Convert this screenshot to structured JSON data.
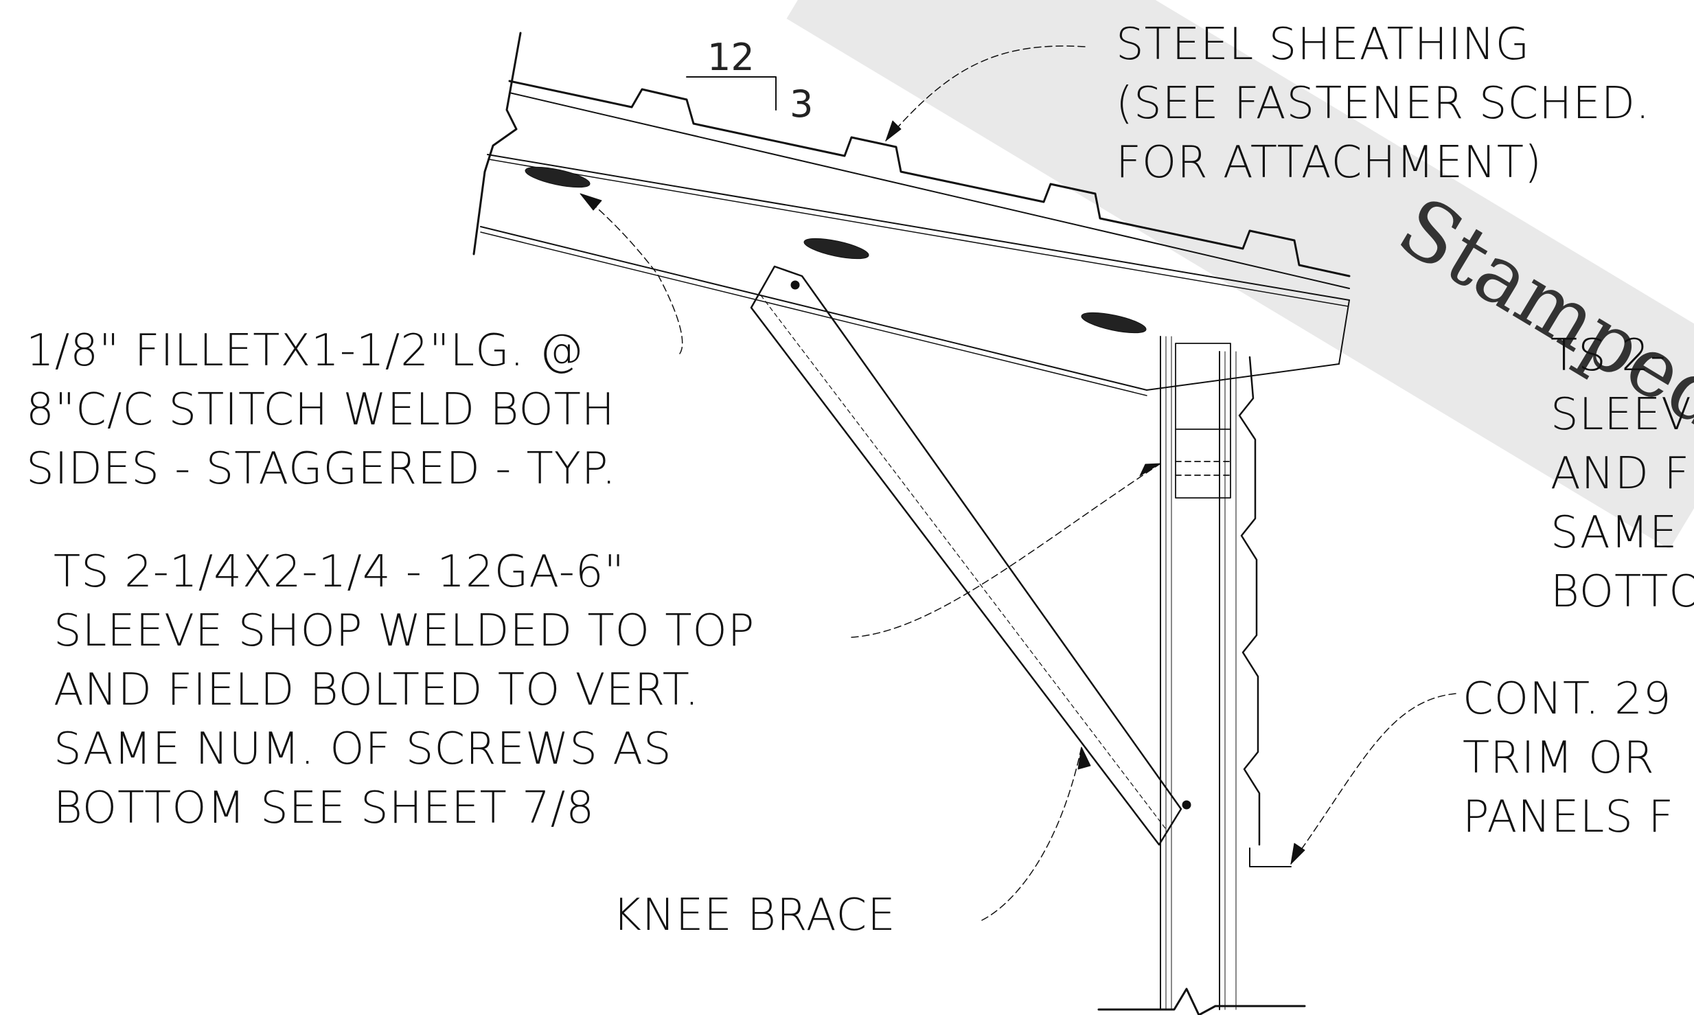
{
  "slope": {
    "run": "12",
    "rise": "3"
  },
  "labels": {
    "sheathing": [
      "STEEL SHEATHING",
      "(SEE FASTENER SCHED.",
      "FOR ATTACHMENT)"
    ],
    "weld": [
      "1/8\" FILLETX1-1/2\"LG. @",
      "8\"C/C STITCH WELD BOTH",
      "SIDES - STAGGERED - TYP."
    ],
    "sleeve_left": [
      "TS 2-1/4X2-1/4 - 12GA-6\"",
      "SLEEVE SHOP WELDED TO TOP",
      "AND FIELD BOLTED TO VERT.",
      "SAME NUM. OF SCREWS AS",
      "BOTTOM SEE SHEET 7/8"
    ],
    "sleeve_right": [
      "TS 2-",
      "SLEEV",
      "AND F",
      "SAME",
      "BOTTO"
    ],
    "trim": [
      "CONT. 29",
      "TRIM OR",
      "PANELS F"
    ],
    "knee_brace": "KNEE BRACE"
  },
  "watermark": "Stamped",
  "colors": {
    "line": "#111111",
    "background": "#ffffff",
    "watermark_band": "#e9e9e9"
  }
}
